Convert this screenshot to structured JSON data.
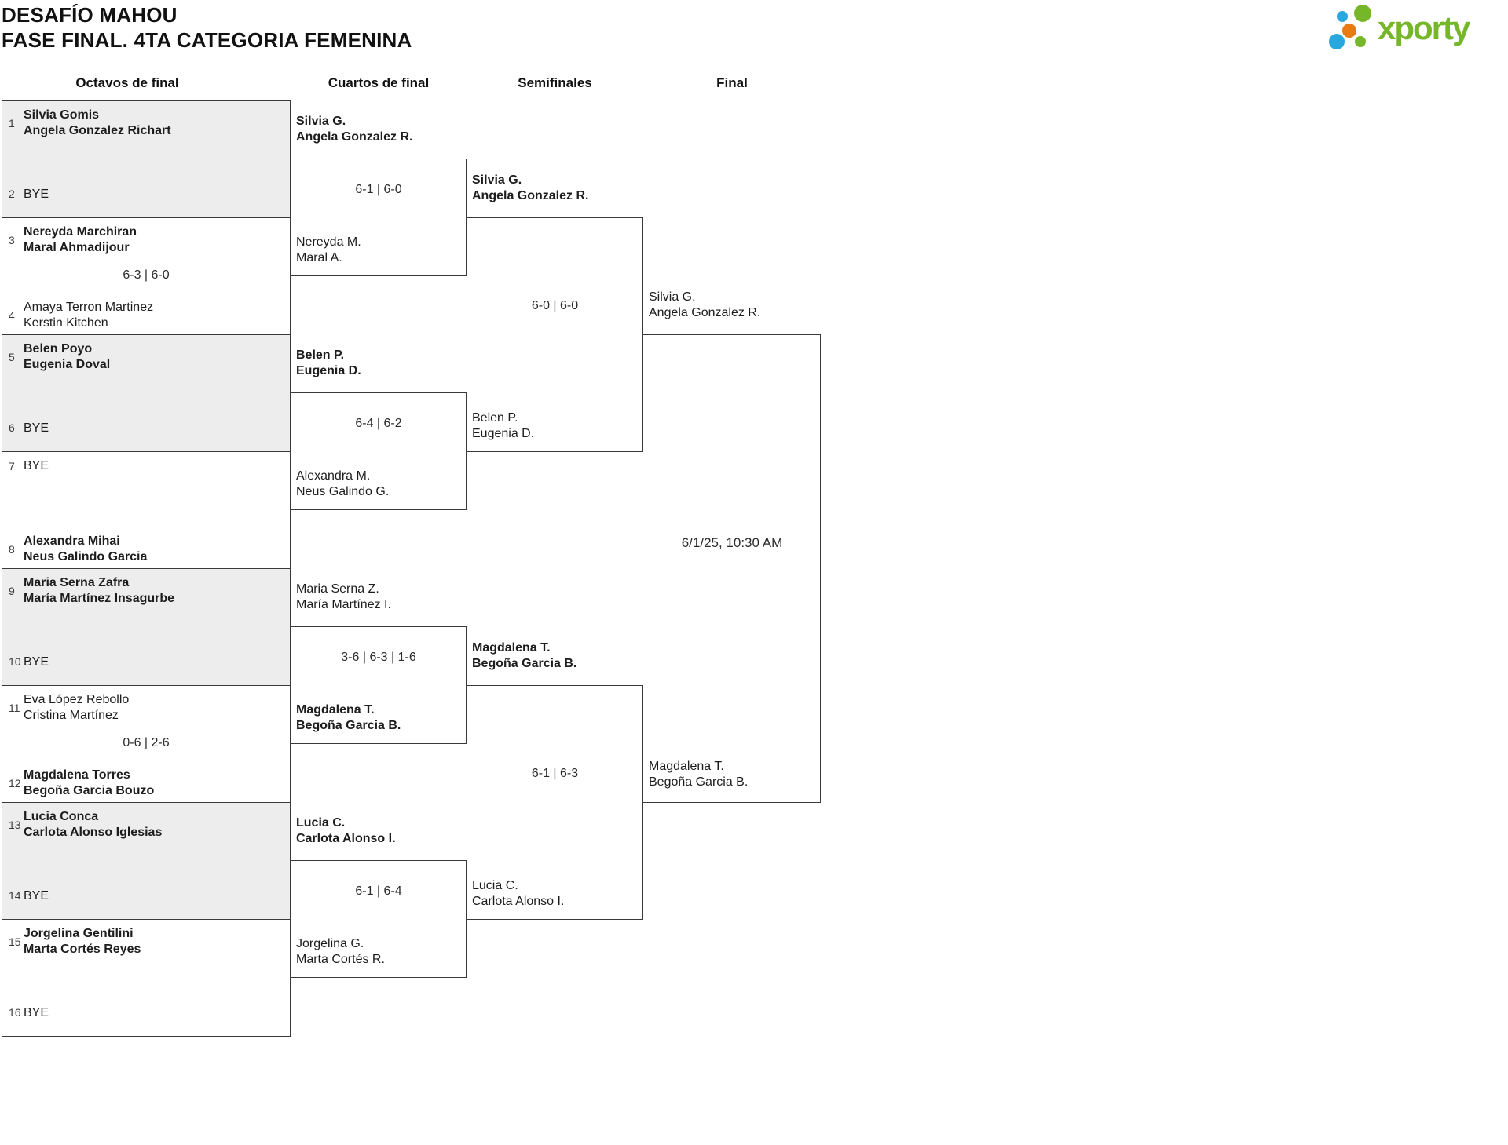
{
  "title": {
    "line1": "DESAFÍO MAHOU",
    "line2": "FASE FINAL. 4TA CATEGORIA FEMENINA"
  },
  "logo": {
    "brand": "xporty",
    "green": "#76b729",
    "blue": "#29a8e0",
    "orange": "#e87b12"
  },
  "rounds": [
    {
      "label": "Octavos de final"
    },
    {
      "label": "Cuartos de final"
    },
    {
      "label": "Semifinales"
    },
    {
      "label": "Final"
    }
  ],
  "colors": {
    "shaded_row": "#ededed",
    "border": "#3a3a3a"
  },
  "octavos": [
    {
      "score": "",
      "top": {
        "seed": "1",
        "line1": "Silvia Gomis",
        "line2": "Angela Gonzalez Richart"
      },
      "bottom": {
        "seed": "2",
        "line1": "BYE",
        "line2": ""
      }
    },
    {
      "score": "6-3 | 6-0",
      "top": {
        "seed": "3",
        "line1": "Nereyda Marchiran",
        "line2": "Maral Ahmadijour"
      },
      "bottom": {
        "seed": "4",
        "line1": "Amaya Terron Martinez",
        "line2": "Kerstin Kitchen"
      }
    },
    {
      "score": "",
      "top": {
        "seed": "5",
        "line1": "Belen Poyo",
        "line2": "Eugenia Doval"
      },
      "bottom": {
        "seed": "6",
        "line1": "BYE",
        "line2": ""
      }
    },
    {
      "score": "",
      "top": {
        "seed": "7",
        "line1": "BYE",
        "line2": ""
      },
      "bottom": {
        "seed": "8",
        "line1": "Alexandra Mihai",
        "line2": "Neus Galindo Garcia"
      }
    },
    {
      "score": "",
      "top": {
        "seed": "9",
        "line1": "Maria Serna Zafra",
        "line2": "María Martínez Insagurbe"
      },
      "bottom": {
        "seed": "10",
        "line1": "BYE",
        "line2": ""
      }
    },
    {
      "score": "0-6 | 2-6",
      "top": {
        "seed": "11",
        "line1": "Eva López Rebollo",
        "line2": "Cristina Martínez"
      },
      "bottom": {
        "seed": "12",
        "line1": "Magdalena Torres",
        "line2": "Begoña Garcia Bouzo"
      }
    },
    {
      "score": "",
      "top": {
        "seed": "13",
        "line1": "Lucia Conca",
        "line2": "Carlota Alonso Iglesias"
      },
      "bottom": {
        "seed": "14",
        "line1": "BYE",
        "line2": ""
      }
    },
    {
      "score": "",
      "top": {
        "seed": "15",
        "line1": "Jorgelina Gentilini",
        "line2": "Marta Cortés Reyes"
      },
      "bottom": {
        "seed": "16",
        "line1": "BYE",
        "line2": ""
      }
    }
  ],
  "cuartos": [
    {
      "score": "6-1 | 6-0",
      "top": {
        "line1": "Silvia G.",
        "line2": "Angela Gonzalez R."
      },
      "bottom": {
        "line1": "Nereyda M.",
        "line2": "Maral A."
      }
    },
    {
      "score": "6-4 | 6-2",
      "top": {
        "line1": "Belen P.",
        "line2": "Eugenia D."
      },
      "bottom": {
        "line1": "Alexandra M.",
        "line2": "Neus Galindo G."
      }
    },
    {
      "score": "3-6 | 6-3 | 1-6",
      "top": {
        "line1": "Maria Serna Z.",
        "line2": "María Martínez I."
      },
      "bottom": {
        "line1": "Magdalena T.",
        "line2": "Begoña Garcia B."
      }
    },
    {
      "score": "6-1 | 6-4",
      "top": {
        "line1": "Lucia C.",
        "line2": "Carlota Alonso I."
      },
      "bottom": {
        "line1": "Jorgelina G.",
        "line2": "Marta Cortés R."
      }
    }
  ],
  "semis": [
    {
      "score": "6-0 | 6-0",
      "top": {
        "line1": "Silvia G.",
        "line2": "Angela Gonzalez R."
      },
      "bottom": {
        "line1": "Belen P.",
        "line2": "Eugenia D."
      }
    },
    {
      "score": "6-1 | 6-3",
      "top": {
        "line1": "Magdalena T.",
        "line2": "Begoña Garcia B."
      },
      "bottom": {
        "line1": "Lucia C.",
        "line2": "Carlota Alonso I."
      }
    }
  ],
  "final": {
    "datetime": "6/1/25, 10:30 AM",
    "top": {
      "line1": "Silvia G.",
      "line2": "Angela Gonzalez R."
    },
    "bottom": {
      "line1": "Magdalena T.",
      "line2": "Begoña Garcia B."
    }
  }
}
